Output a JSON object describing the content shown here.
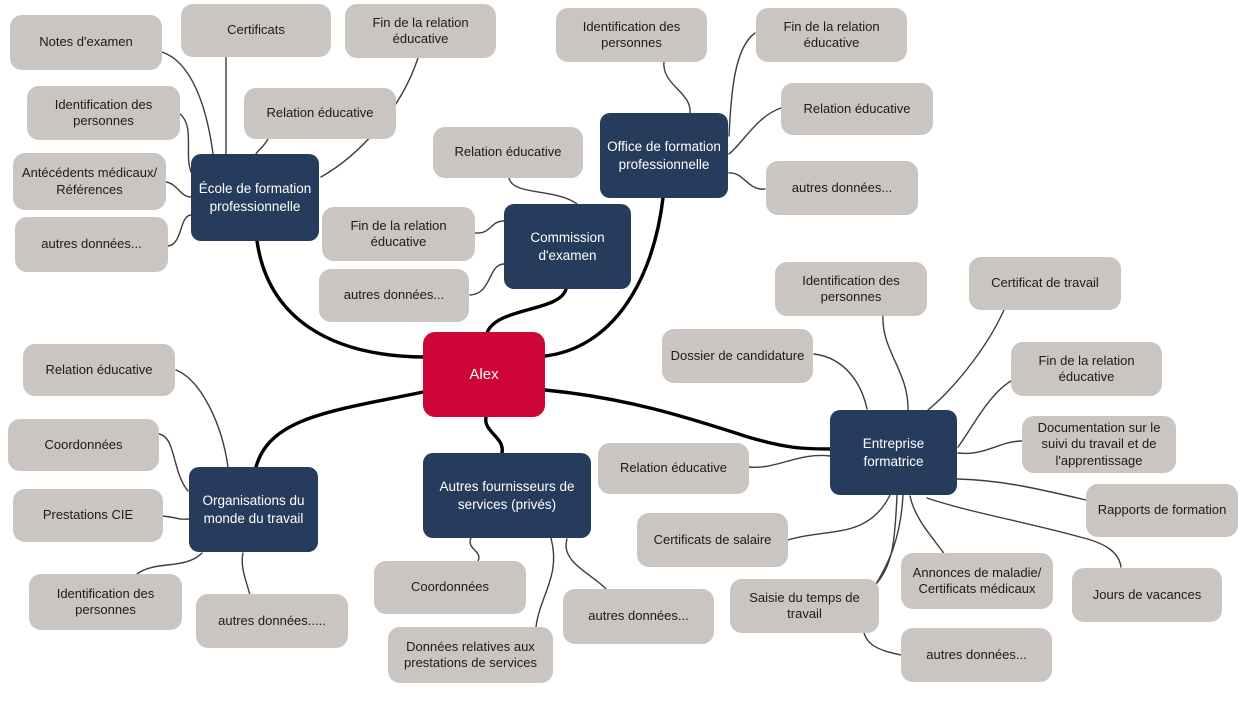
{
  "colors": {
    "background": "#FFFFFF",
    "center": "#CE0638",
    "hub": "#253C5C",
    "hub_text": "#FFFFFF",
    "leaf": "#CBC5C2",
    "leaf_text": "#1B1B1B",
    "edge_thick": "#000000",
    "edge_thin": "#3D3D3D"
  },
  "center": {
    "label": "Alex"
  },
  "hubs": [
    {
      "label": "École de formation professionnelle",
      "leaves": [
        {
          "label": "Notes d'examen"
        },
        {
          "label": "Certificats"
        },
        {
          "label": "Fin de la relation éducative"
        },
        {
          "label": "Identification des personnes"
        },
        {
          "label": "Relation éducative"
        },
        {
          "label": "Antécédents médicaux/ Références"
        },
        {
          "label": "autres données..."
        }
      ]
    },
    {
      "label": "Commission d'examen",
      "leaves": [
        {
          "label": "Relation éducative"
        },
        {
          "label": "Fin de la relation éducative"
        },
        {
          "label": "autres données..."
        }
      ]
    },
    {
      "label": "Office de formation professionnelle",
      "leaves": [
        {
          "label": "Identification des personnes"
        },
        {
          "label": "Fin de la relation éducative"
        },
        {
          "label": "Relation éducative"
        },
        {
          "label": "autres données..."
        }
      ]
    },
    {
      "label": "Entreprise formatrice",
      "leaves": [
        {
          "label": "Identification des personnes"
        },
        {
          "label": "Certificat de travail"
        },
        {
          "label": "Dossier de candidature"
        },
        {
          "label": "Fin de la relation éducative"
        },
        {
          "label": "Documentation sur le suivi du travail et de l'apprentissage"
        },
        {
          "label": "Rapports de formation"
        },
        {
          "label": "Relation éducative"
        },
        {
          "label": "Certificats de salaire"
        },
        {
          "label": "Saisie du temps de travail"
        },
        {
          "label": "Annonces de maladie/ Certificats médicaux"
        },
        {
          "label": "Jours de vacances"
        },
        {
          "label": "autres données..."
        }
      ]
    },
    {
      "label": "Organisations du monde du travail",
      "leaves": [
        {
          "label": "Relation éducative"
        },
        {
          "label": "Coordonnées"
        },
        {
          "label": "Prestations CIE"
        },
        {
          "label": "Identification des personnes"
        },
        {
          "label": "autres données....."
        }
      ]
    },
    {
      "label": "Autres fournisseurs de services (privés)",
      "leaves": [
        {
          "label": "Coordonnées"
        },
        {
          "label": "Données relatives aux prestations de services"
        },
        {
          "label": "autres données..."
        }
      ]
    }
  ]
}
